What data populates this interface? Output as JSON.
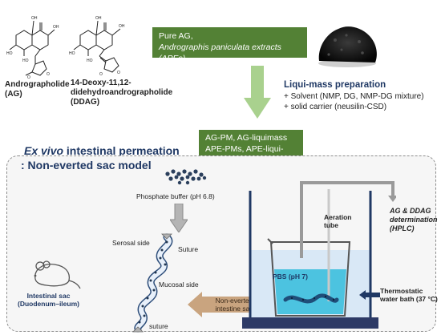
{
  "compounds": {
    "ag": {
      "name": "Andrographolide",
      "abbr": "(AG)"
    },
    "ddag": {
      "name_line1": "14-Deoxy-11,12-",
      "name_line2": "didehydroandrographolide",
      "abbr": "(DDAG)"
    }
  },
  "source_box": {
    "line1": "Pure AG,",
    "line2": "Andrographis paniculata extracts (APEs)"
  },
  "liquimass": {
    "title": "Liqui-mass preparation",
    "item1": "+ Solvent (NMP, DG, NMP-DG mixture)",
    "item2": "+ solid carrier (neusilin-CSD)"
  },
  "formulation_box": {
    "line1": "AG-PM, AG-liquimass",
    "line2": "APE-PMs, APE-liqui-mass"
  },
  "permeation": {
    "title_italic": "Ex vivo",
    "title_rest": " intestinal permeation",
    "subtitle": ": Non-everted sac model"
  },
  "labels": {
    "phosphate_buffer": "Phosphate buffer (pH 6.8)",
    "serosal_side": "Serosal side",
    "suture_top": "Suture",
    "mucosal_side": "Mucosal side",
    "suture_bottom": "suture",
    "intestinal_sac_line1": "Intestinal sac",
    "intestinal_sac_line2": "(Duodenum–ileum)",
    "non_everted_line1": "Non-everted",
    "non_everted_line2": "intestine sac",
    "pbs": "PBS (pH 7)",
    "aeration_line1": "Aeration",
    "aeration_line2": "tube",
    "thermostatic_line1": "Thermostatic",
    "thermostatic_line2": "water bath (37 °C)",
    "hplc_line1": "AG & DDAG",
    "hplc_line2": "determination",
    "hplc_line3": "(HPLC)"
  },
  "colors": {
    "green_box": "#538135",
    "arrow_green": "#a9d18e",
    "navy": "#1f3864",
    "water": "#4cc3e0",
    "brown": "#c9a47f"
  }
}
